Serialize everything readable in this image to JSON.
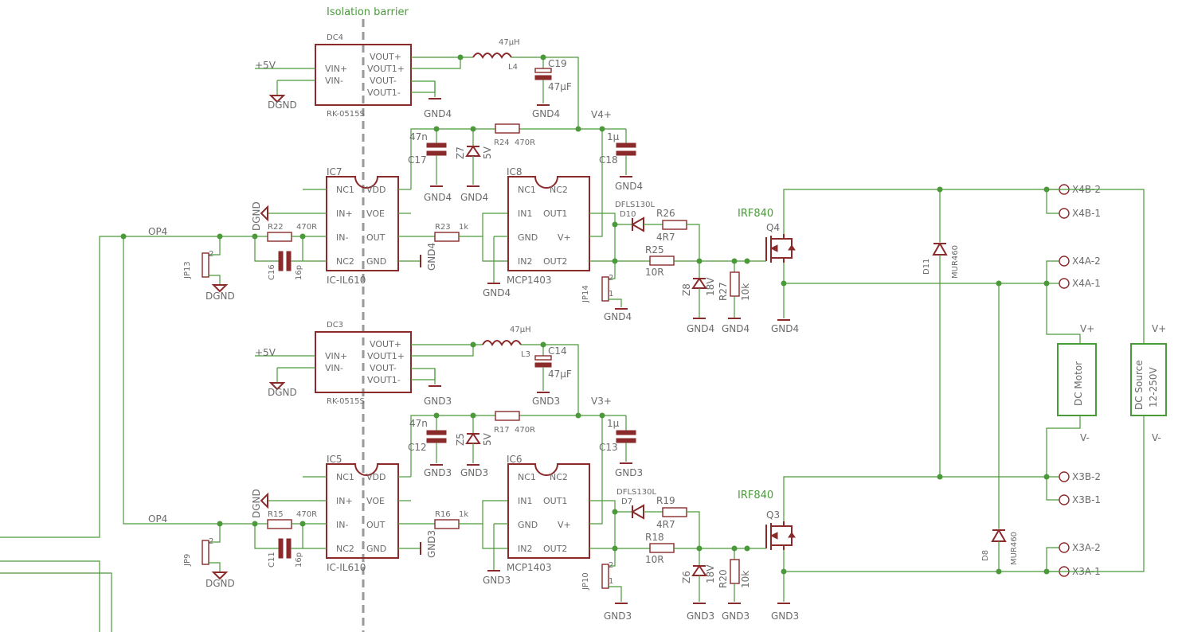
{
  "barrier": {
    "label": "Isolation barrier"
  },
  "net": {
    "op4_upper": "OP4",
    "op4_lower": "OP4",
    "v5_upper": "+5V",
    "v5_lower": "+5V",
    "v4": "V4+",
    "v3": "V3+",
    "vplus_motor": "V+",
    "vminus_motor": "V-",
    "vplus_src": "V+",
    "vminus_src": "V-"
  },
  "dc4": {
    "name": "DC4",
    "value": "RK-0515S",
    "pins": [
      "VIN+",
      "VIN-",
      "VOUT+",
      "VOUT1+",
      "VOUT-",
      "VOUT1-"
    ]
  },
  "dc3": {
    "name": "DC3",
    "value": "RK-0515S",
    "pins": [
      "VIN+",
      "VIN-",
      "VOUT+",
      "VOUT1+",
      "VOUT-",
      "VOUT1-"
    ]
  },
  "ic7": {
    "name": "IC7",
    "value": "IC-IL610",
    "pins": [
      "NC1",
      "IN+",
      "IN-",
      "NC2",
      "VDD",
      "VOE",
      "OUT",
      "GND"
    ]
  },
  "ic5": {
    "name": "IC5",
    "value": "IC-IL610",
    "pins": [
      "NC1",
      "IN+",
      "IN-",
      "NC2",
      "VDD",
      "VOE",
      "OUT",
      "GND"
    ]
  },
  "ic8": {
    "name": "IC8",
    "value": "MCP1403",
    "pins": [
      "NC1",
      "IN1",
      "GND",
      "IN2",
      "NC2",
      "OUT1",
      "V+",
      "OUT2"
    ]
  },
  "ic6": {
    "name": "IC6",
    "value": "MCP1403",
    "pins": [
      "NC1",
      "IN1",
      "GND",
      "IN2",
      "NC2",
      "OUT1",
      "V+",
      "OUT2"
    ]
  },
  "upper": {
    "l4": {
      "name": "L4",
      "value": "47µH"
    },
    "c19": {
      "name": "C19",
      "value": "47µF"
    },
    "r24": {
      "name": "R24",
      "value": "470R"
    },
    "c17": {
      "name": "C17",
      "value": "47n"
    },
    "z7": {
      "name": "Z7",
      "value": "5V"
    },
    "c18": {
      "name": "C18",
      "value": "1µ"
    },
    "r22": {
      "name": "R22",
      "value": "470R"
    },
    "c16": {
      "name": "C16",
      "value": "16p"
    },
    "r23": {
      "name": "R23",
      "value": "1k"
    },
    "d10": {
      "name": "D10",
      "value": "DFLS130L"
    },
    "r26": {
      "name": "R26",
      "value": "4R7"
    },
    "r25": {
      "name": "R25",
      "value": "10R"
    },
    "z8": {
      "name": "Z8",
      "value": "18V"
    },
    "r27": {
      "name": "R27",
      "value": "10k"
    },
    "q4": {
      "name": "Q4",
      "value": "IRF840"
    },
    "jp13": {
      "name": "JP13"
    },
    "jp14": {
      "name": "JP14"
    },
    "d11": {
      "name": "D11",
      "value": "MUR460"
    }
  },
  "lower": {
    "l3": {
      "name": "L3",
      "value": "47µH"
    },
    "c14": {
      "name": "C14",
      "value": "47µF"
    },
    "r17": {
      "name": "R17",
      "value": "470R"
    },
    "c12": {
      "name": "C12",
      "value": "47n"
    },
    "z5": {
      "name": "Z5",
      "value": "5V"
    },
    "c13": {
      "name": "C13",
      "value": "1µ"
    },
    "r15": {
      "name": "R15",
      "value": "470R"
    },
    "c11": {
      "name": "C11",
      "value": "16p"
    },
    "r16": {
      "name": "R16",
      "value": "1k"
    },
    "d7": {
      "name": "D7",
      "value": "DFLS130L"
    },
    "r19": {
      "name": "R19",
      "value": "4R7"
    },
    "r18": {
      "name": "R18",
      "value": "10R"
    },
    "z6": {
      "name": "Z6",
      "value": "18V"
    },
    "r20": {
      "name": "R20",
      "value": "10k"
    },
    "q3": {
      "name": "Q3",
      "value": "IRF840"
    },
    "jp9": {
      "name": "JP9"
    },
    "jp10": {
      "name": "JP10"
    },
    "d8": {
      "name": "D8",
      "value": "MUR460"
    }
  },
  "gnd": {
    "dgnd": "DGND",
    "gnd4": "GND4",
    "gnd3": "GND3"
  },
  "connectors": {
    "x4b2": "X4B-2",
    "x4b1": "X4B-1",
    "x4a2": "X4A-2",
    "x4a1": "X4A-1",
    "x3b2": "X3B-2",
    "x3b1": "X3B-1",
    "x3a2": "X3A-2",
    "x3a1": "X3A-1"
  },
  "motor": {
    "label": "DC Motor"
  },
  "source": {
    "label": "DC Source",
    "range": "12-250V"
  },
  "pin_numbers": {
    "one": "1",
    "two": "2"
  }
}
